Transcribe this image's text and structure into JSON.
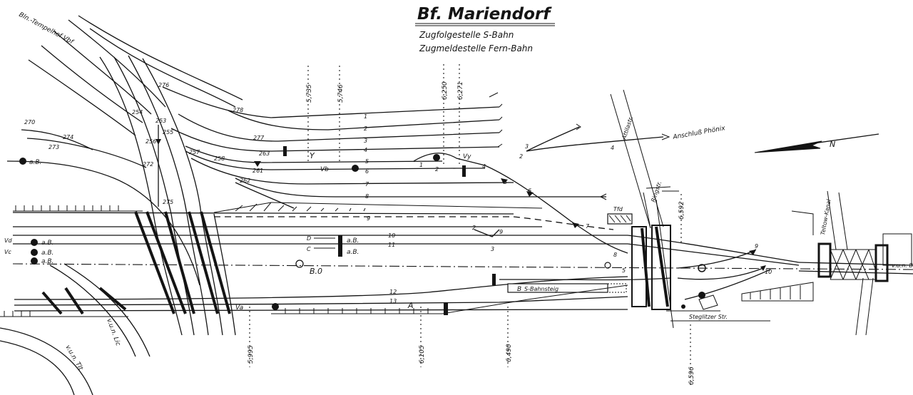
{
  "header": {
    "title": "Bf. Mariendorf",
    "subtitle1": "Zugfolgestelle S-Bahn",
    "subtitle2": "Zugmeldestelle Fern-Bahn"
  },
  "directions": {
    "tempelhof": "Bln.-Tempelhof Vbf",
    "north": "N",
    "phoenix": "Anschluß Phönix",
    "vun_tlt": "v.u.n. Tlt",
    "vun_lic": "v.u.n. Lic",
    "vun_bro": "v.u.n. Bro"
  },
  "km": {
    "k5735": "5,735",
    "k5746": "5,746",
    "k6250": "6,250",
    "k6271": "6,271",
    "k6592": "6,592",
    "k5995": "5,995",
    "k6105": "6,105",
    "k6490": "6,490",
    "k6596": "6,596"
  },
  "streets": {
    "attila": "Attilastr.",
    "ringstr": "Ringstr.",
    "steglitzer": "Steglitzer Str.",
    "teltow": "Teltow-Kanal"
  },
  "labels": {
    "ab": "a.B.",
    "s_bahnsteig": "S-Bahnsteig",
    "tfd": "Tfd",
    "b0": "B.0",
    "Y": "Y",
    "Vy": "Vy",
    "Vb": "Vb",
    "Va": "Va",
    "Vc": "Vc",
    "Vd": "Vd",
    "A": "A",
    "B": "B",
    "C": "C",
    "D": "D",
    "S5": "5"
  },
  "switches": {
    "s270": "270",
    "s273": "273",
    "s274": "274",
    "s276": "276",
    "s278": "278",
    "s277": "277",
    "s254": "254",
    "s253": "253",
    "s255": "255",
    "s256": "256",
    "s257": "257",
    "s258": "258",
    "s263": "263",
    "s261": "261",
    "s262": "262",
    "s272": "272",
    "s275": "275",
    "e1": "1",
    "e2": "2",
    "e3": "3",
    "e4": "4",
    "e5": "5",
    "e6": "6",
    "e7": "7",
    "e8": "8",
    "e9": "9",
    "e10": "10"
  },
  "tracks": {
    "t1": "1",
    "t2": "2",
    "t3": "3",
    "t4": "4",
    "t5": "5",
    "t6": "6",
    "t7": "7",
    "t8": "8",
    "t9": "9",
    "t10": "10",
    "t11": "11",
    "t12": "12",
    "t13": "13"
  },
  "colors": {
    "ink": "#141414",
    "paper": "#ffffff"
  }
}
